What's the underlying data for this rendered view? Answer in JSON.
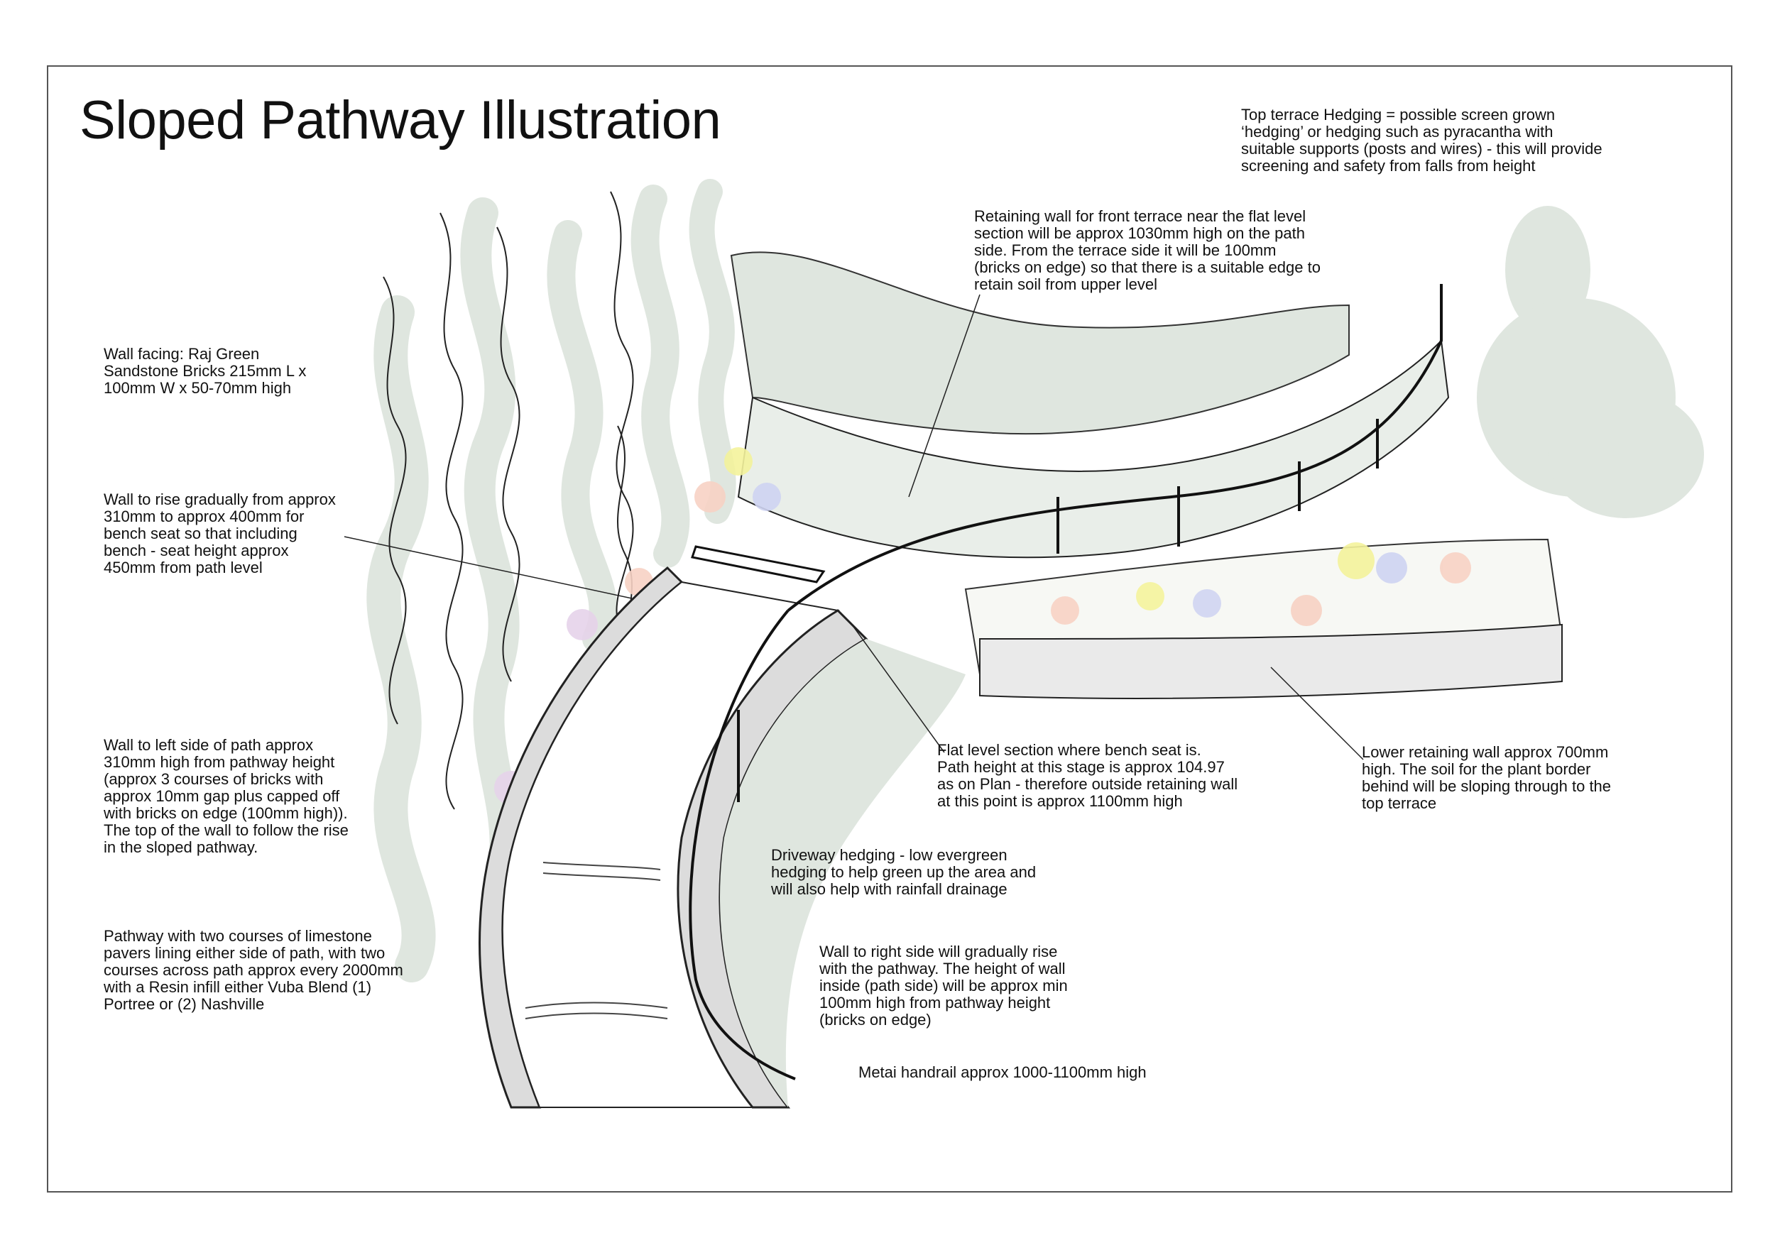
{
  "title": "Sloped Pathway Illustration",
  "colors": {
    "frame": "#555555",
    "foliage": "#dfe6df",
    "ink": "#111111",
    "flower_yellow": "#f4f39c",
    "flower_pink": "#f7d2c4",
    "flower_purple": "#e6d3ea",
    "flower_blue": "#cfd4f2"
  },
  "annotations": {
    "top_hedging": "Top terrace Hedging = possible screen grown\n‘hedging’ or hedging such as pyracantha with\nsuitable supports (posts and wires) - this will provide\nscreening and safety from falls from height",
    "retaining_front": "Retaining wall for front terrace near the flat level\nsection will be approx 1030mm high on the path\nside.  From the terrace side it will be 100mm\n(bricks on edge) so that there is a suitable edge to\nretain soil from upper level",
    "wall_facing": "Wall facing: Raj Green\nSandstone Bricks 215mm L x\n100mm W x 50-70mm high",
    "wall_rise": "Wall to rise gradually from approx\n310mm to approx 400mm for\nbench seat so that including\nbench - seat height approx\n450mm from path level",
    "wall_left": "Wall to left side of path approx\n310mm high from pathway height\n(approx 3 courses of bricks with\napprox 10mm gap plus capped off\nwith bricks on edge (100mm high)).\nThe top of the wall to follow the rise\nin the sloped pathway.",
    "pathway": "Pathway with two courses of limestone\npavers lining either side of path, with two\ncourses across path approx every 2000mm\nwith a Resin infill either Vuba Blend (1)\nPortree or (2) Nashville",
    "flat_level": "Flat level section where bench seat is.\nPath height at this stage is approx 104.97\nas on Plan - therefore outside retaining wall\nat this point is approx 1100mm high",
    "lower_wall": "Lower retaining wall approx 700mm\nhigh.  The soil for the plant border\nbehind will be sloping through to the\ntop terrace",
    "driveway": "Driveway hedging - low evergreen\nhedging to help green up the area and\nwill also help with rainfall drainage",
    "wall_right": "Wall to right side will gradually rise\nwith the pathway.  The height of wall\ninside (path side) will be approx min\n100mm high from pathway height\n(bricks on edge)",
    "handrail": "Metai handrail approx 1000-1100mm high"
  }
}
